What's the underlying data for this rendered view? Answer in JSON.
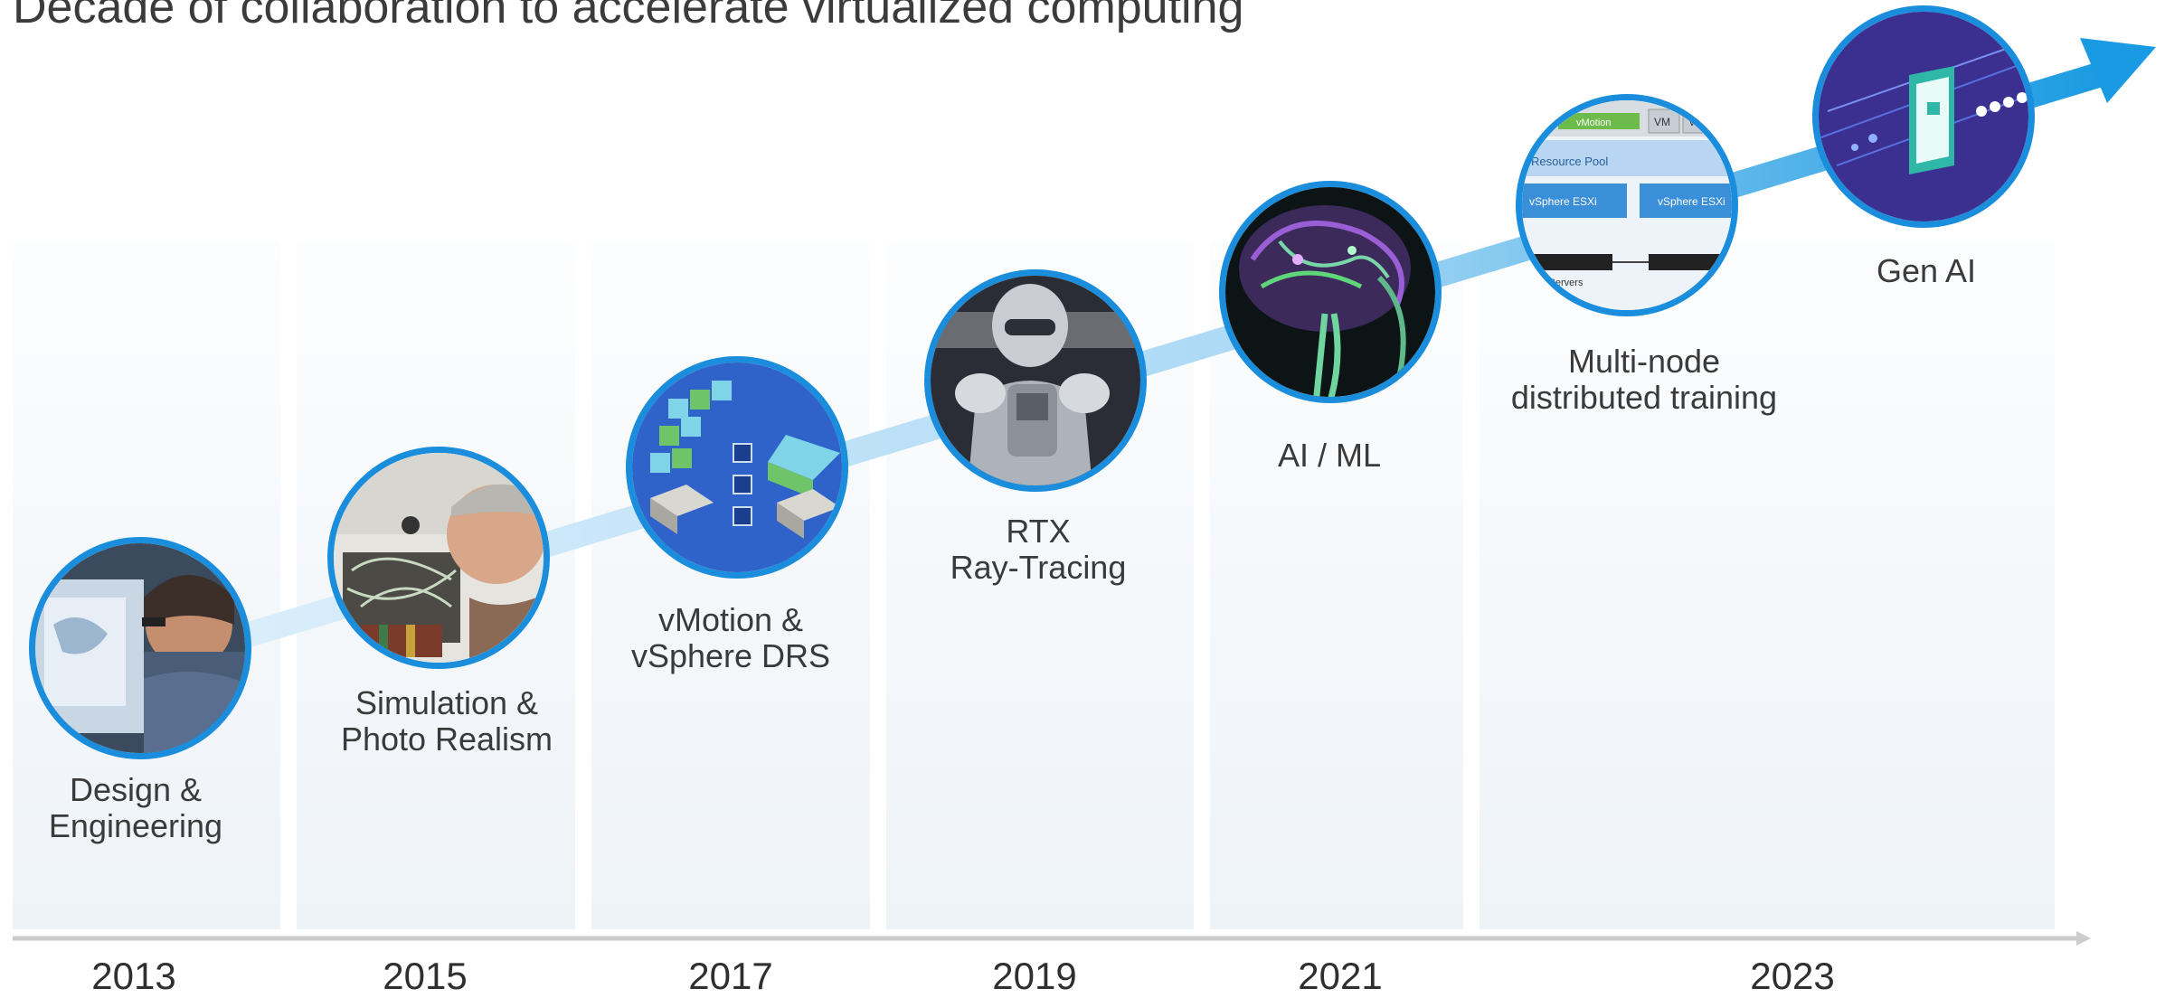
{
  "title": "Decade of collaboration to accelerate virtualized computing",
  "milestones": [
    {
      "year": "2013",
      "label_lines": [
        "Design &",
        "Engineering"
      ],
      "image": "engineer-at-monitor-photo"
    },
    {
      "year": "2015",
      "label_lines": [
        "Simulation &",
        "Photo Realism"
      ],
      "image": "engineer-with-cad-model-photo"
    },
    {
      "year": "2017",
      "label_lines": [
        "vMotion &",
        "vSphere DRS"
      ],
      "image": "vmotion-cluster-illustration"
    },
    {
      "year": "2019",
      "label_lines": [
        "RTX",
        "Ray-Tracing"
      ],
      "image": "robot-render"
    },
    {
      "year": "2021",
      "label_lines": [
        "AI / ML"
      ],
      "image": "neural-brain-visualization"
    },
    {
      "year": "2023",
      "label_lines": [
        "Multi-node",
        "distributed training"
      ],
      "image": "vsphere-resource-pool-diagram"
    },
    {
      "year": "",
      "label_lines": [
        "Gen AI"
      ],
      "image": "gen-ai-chip-illustration"
    }
  ],
  "diagram_inner_text": {
    "vmotion": "vMotion",
    "vm": "VM",
    "resource_pool": "Resource Pool",
    "esxi": "vSphere ESXi",
    "servers": "ical Servers"
  },
  "colors": {
    "accent": "#1a8ddc",
    "trend_arrow": "#c5e4f8",
    "axis": "#cccccc"
  }
}
